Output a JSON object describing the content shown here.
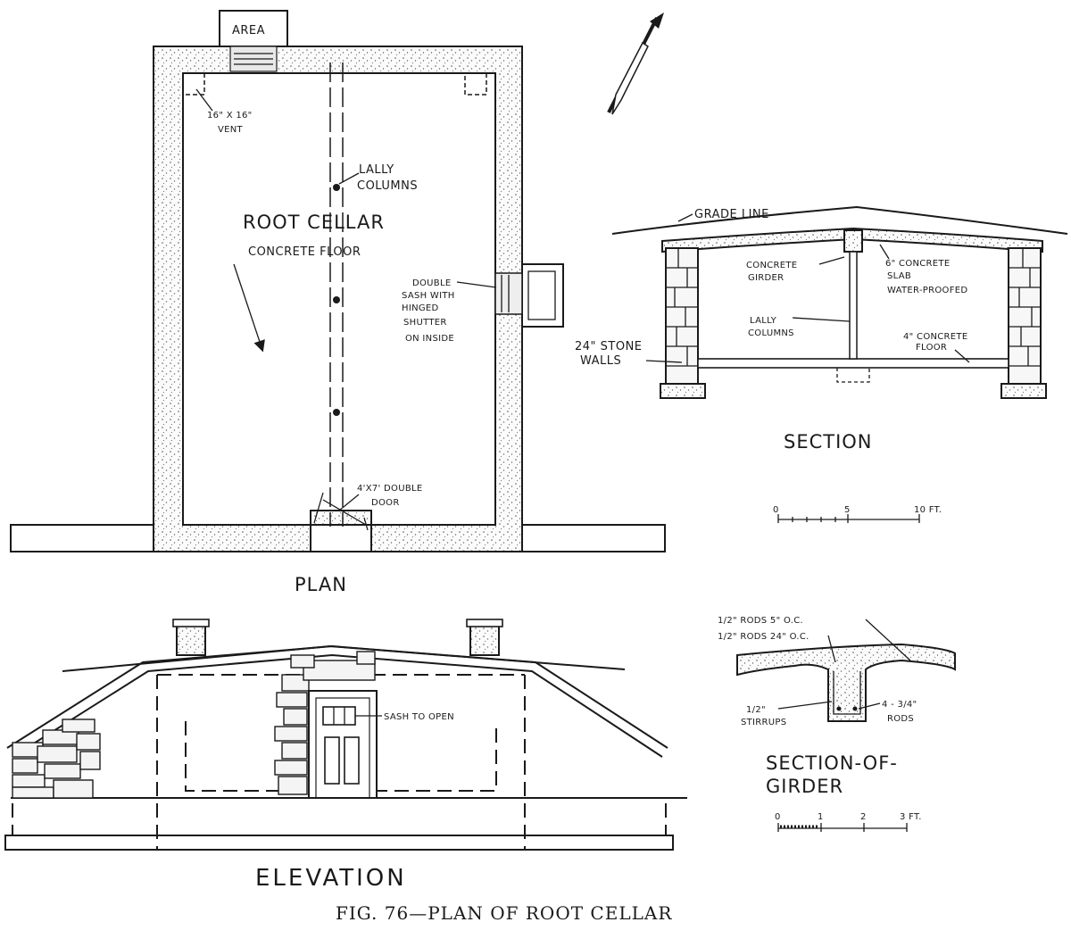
{
  "plan": {
    "area": "AREA",
    "vent": [
      "16\" X 16\"",
      "VENT"
    ],
    "lally_columns": [
      "LALLY",
      "COLUMNS"
    ],
    "room": "ROOT CELLAR",
    "floor": "CONCRETE FLOOR",
    "window_note": [
      "DOUBLE",
      "SASH WITH",
      "HINGED",
      "SHUTTER",
      "ON INSIDE"
    ],
    "door_note": [
      "4'X7' DOUBLE",
      "DOOR"
    ],
    "title": "PLAN"
  },
  "section": {
    "grade_line": "GRADE LINE",
    "girder": [
      "CONCRETE",
      "GIRDER"
    ],
    "slab": [
      "6\" CONCRETE",
      "SLAB",
      "WATER-PROOFED"
    ],
    "lally": [
      "LALLY",
      "COLUMNS"
    ],
    "floor": [
      "4\" CONCRETE",
      "FLOOR"
    ],
    "walls": [
      "24\" STONE",
      "WALLS"
    ],
    "title": "SECTION",
    "scale": [
      "0",
      "5",
      "10 FT."
    ]
  },
  "girder": {
    "rods_top_1": "1/2\" RODS 5\" O.C.",
    "rods_top_2": "1/2\" RODS 24\" O.C.",
    "stirrups": [
      "1/2\"",
      "STIRRUPS"
    ],
    "rods_bottom": [
      "4 - 3/4\"",
      "RODS"
    ],
    "title": [
      "SECTION-OF-",
      "GIRDER"
    ],
    "scale": [
      "0",
      "1",
      "2",
      "3 FT."
    ]
  },
  "elevation": {
    "sash": "SASH TO OPEN",
    "title": "ELEVATION"
  },
  "caption": "FIG. 76—PLAN OF ROOT CELLAR"
}
